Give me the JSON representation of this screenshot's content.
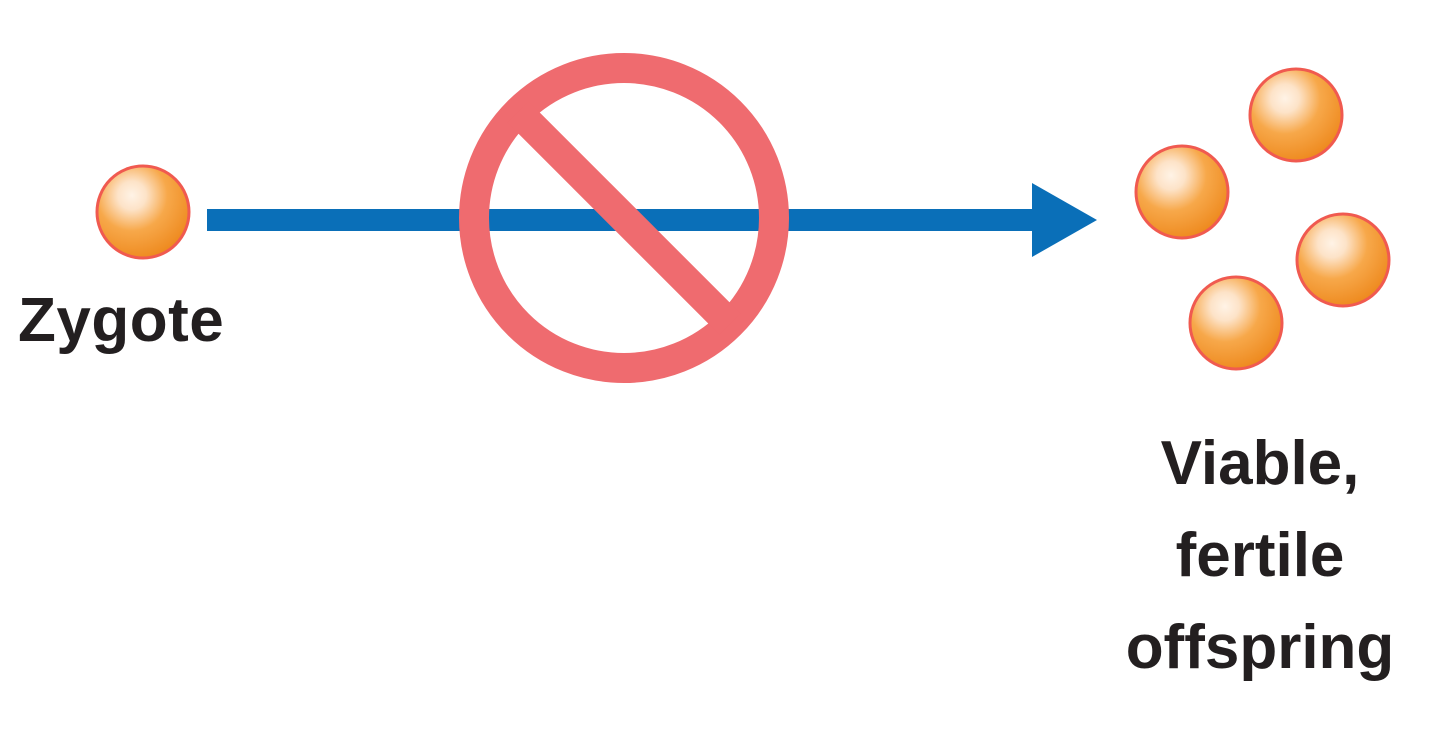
{
  "labels": {
    "zygote": "Zygote",
    "offspring_line1": "Viable,",
    "offspring_line2": "fertile",
    "offspring_line3": "offspring"
  },
  "icons": {
    "zygote": "orange-sphere-icon",
    "blocked": "prohibition-icon",
    "arrow": "right-arrow",
    "offspring": "orange-sphere-icon"
  },
  "colors": {
    "arrow": "#0a6fb8",
    "prohibition": "#ef6b6f",
    "sphere_light": "#fde3c8",
    "sphere_mid": "#f7a84a",
    "sphere_dark": "#ee8a1f",
    "sphere_rim": "#f05a50",
    "text": "#231f20"
  }
}
